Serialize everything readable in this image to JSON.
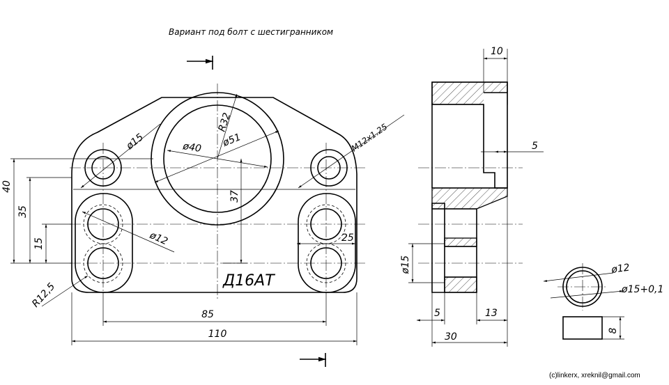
{
  "title": "Вариант под болт с шестигранником",
  "material": "Д16АТ",
  "copyright": "(c)linkerx, xreknil@gmail.com",
  "dimensions": {
    "width_overall": "110",
    "hole_spacing": "85",
    "height_40": "40",
    "height_35": "35",
    "height_15": "15",
    "center_37": "37",
    "slot_radius": "R12,5",
    "top_radius": "R32",
    "bore_40": "ø40",
    "bore_51": "ø51",
    "hole_15": "ø15",
    "hole_12": "ø12",
    "thread": "M12x1.25",
    "slot_25": "25",
    "side_10": "10",
    "side_5_top": "5",
    "side_15": "ø15",
    "side_5_bottom": "5",
    "side_13": "13",
    "side_30": "30",
    "washer_12": "ø12",
    "washer_15": "ø15+0,1",
    "washer_8": "8"
  }
}
